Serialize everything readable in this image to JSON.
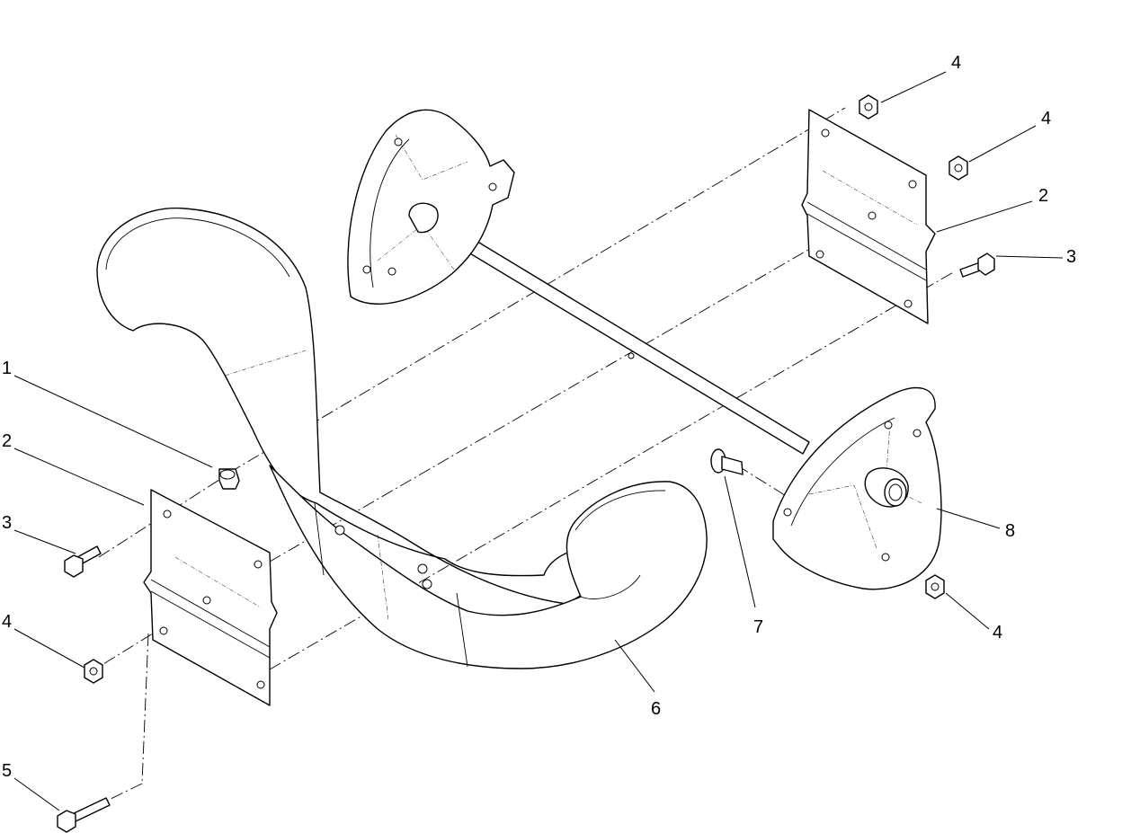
{
  "callouts": [
    {
      "id": "c1",
      "label": "1"
    },
    {
      "id": "c2a",
      "label": "2"
    },
    {
      "id": "c2b",
      "label": "2"
    },
    {
      "id": "c3a",
      "label": "3"
    },
    {
      "id": "c3b",
      "label": "3"
    },
    {
      "id": "c4a",
      "label": "4"
    },
    {
      "id": "c4b",
      "label": "4"
    },
    {
      "id": "c4c",
      "label": "4"
    },
    {
      "id": "c4d",
      "label": "4"
    },
    {
      "id": "c5",
      "label": "5"
    },
    {
      "id": "c6",
      "label": "6"
    },
    {
      "id": "c7",
      "label": "7"
    },
    {
      "id": "c8",
      "label": "8"
    }
  ]
}
